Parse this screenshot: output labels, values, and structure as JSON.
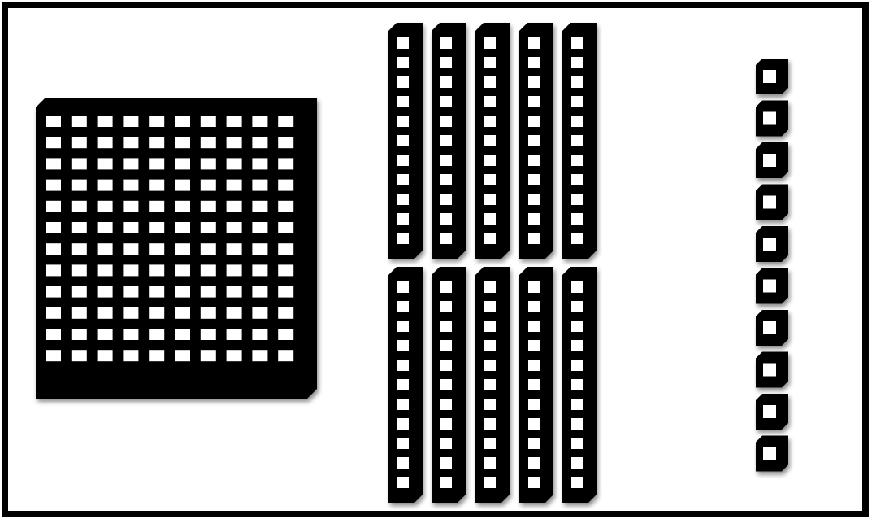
{
  "title": "",
  "blocks": {
    "hundreds": {
      "count": 1,
      "rows": 12,
      "cols": 10
    },
    "tens": {
      "count": 10,
      "units_per_rod": 11
    },
    "ones": {
      "count": 10
    }
  },
  "colors": {
    "block": "#000000",
    "cell": "#ffffff",
    "background": "#ffffff",
    "frame": "#000000"
  }
}
